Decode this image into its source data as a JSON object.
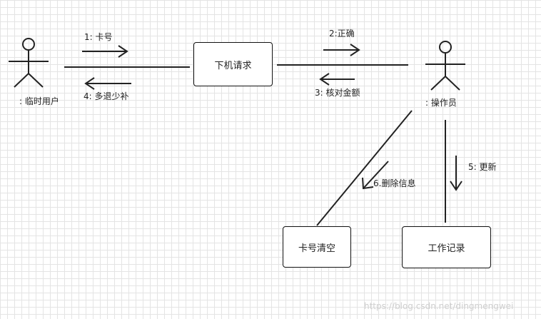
{
  "actors": {
    "temp_user": ": 临时用户",
    "operator": ": 操作员"
  },
  "boxes": {
    "request": "下机请求",
    "card_clear": "卡号清空",
    "work_record": "工作记录"
  },
  "messages": {
    "m1": "1: 卡号",
    "m2": "2:正确",
    "m3": "3: 核对金额",
    "m4": "4: 多退少补",
    "m5": "5: 更新",
    "m6": "6.删除信息"
  },
  "watermark": "https://blog.csdn.net/dingmengwei"
}
